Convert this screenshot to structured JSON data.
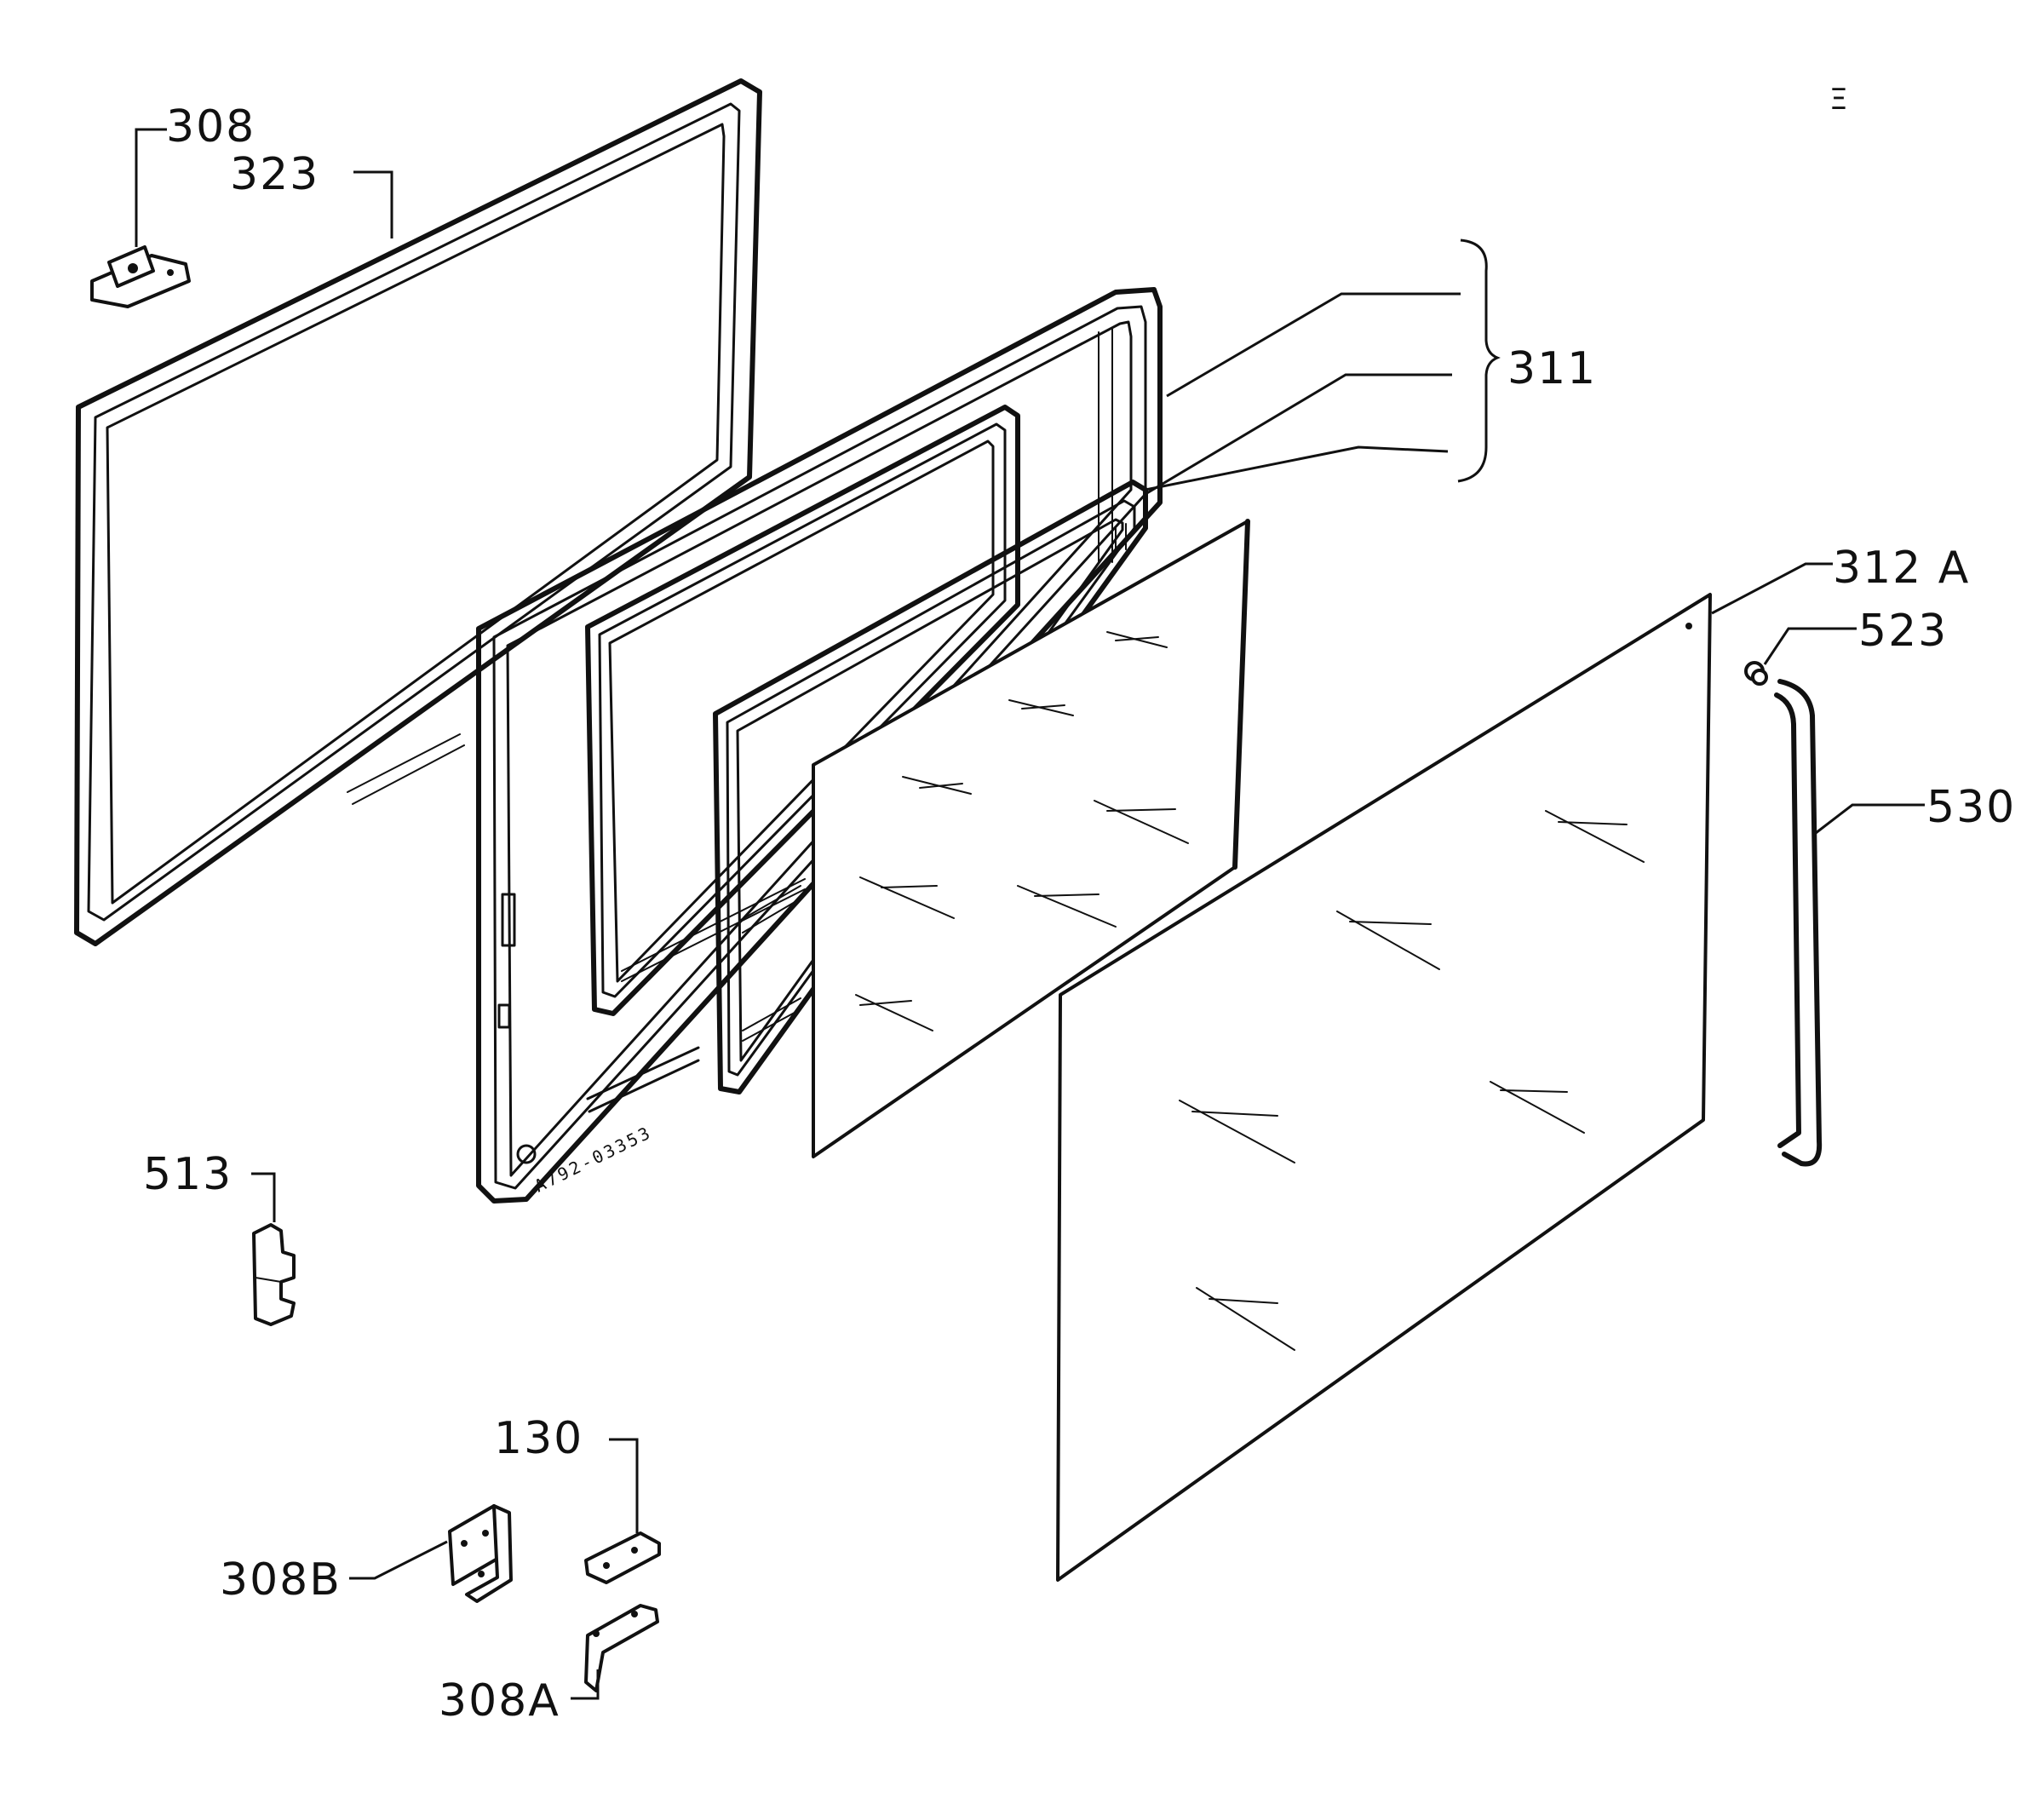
{
  "diagram": {
    "labels": {
      "p308": "308",
      "p323": "323",
      "p311": "311",
      "p312a": "312 A",
      "p523": "523",
      "p530": "530",
      "p513": "513",
      "p130": "130",
      "p308b": "308B",
      "p308a": "308A"
    },
    "frame_stamp": "A792-03353",
    "corner_mark": "Ξ"
  }
}
